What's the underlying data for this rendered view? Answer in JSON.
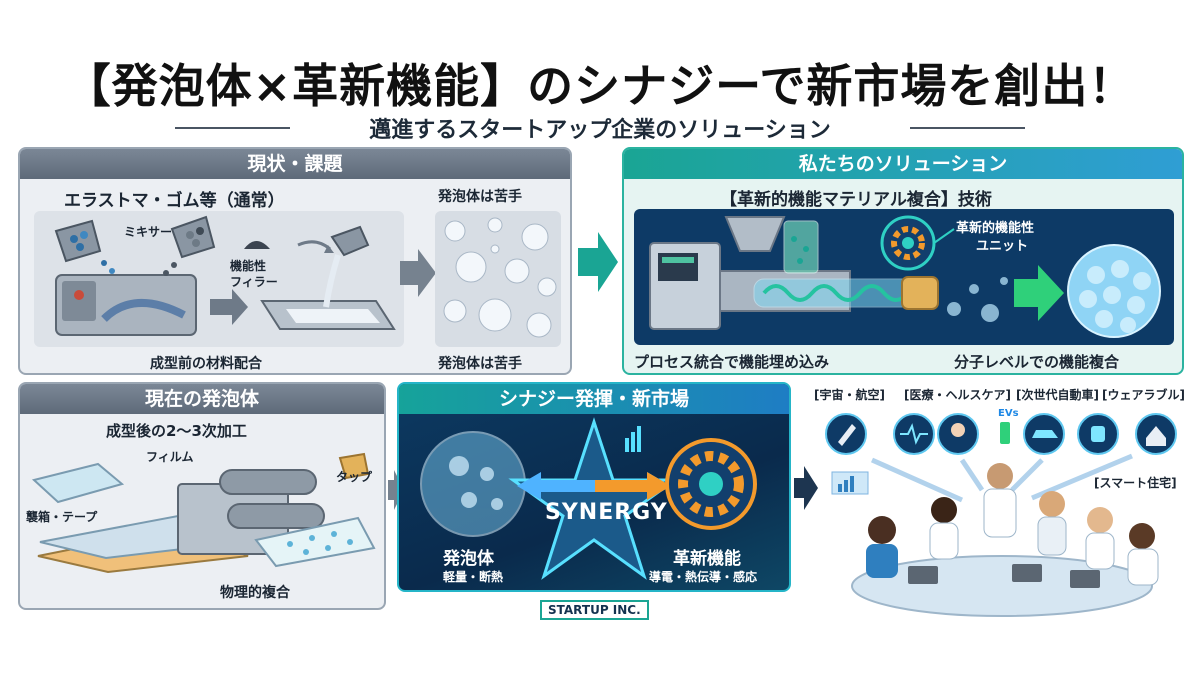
{
  "title": "【発泡体×革新機能】のシナジーで新市場を創出！",
  "subtitle": "邁進するスタートアップ企業のソリューション",
  "panel_current": {
    "header": "現状・課題",
    "elastomer_label": "エラストマ・ゴム等（通常）",
    "mixer_label": "ミキサー",
    "filler_label_1": "機能性",
    "filler_label_2": "フィラー",
    "premix_label": "成型前の材料配合",
    "foam_weak_top": "発泡体は苦手",
    "foam_weak_bottom": "発泡体は苦手"
  },
  "panel_solution": {
    "header": "私たちのソリューション",
    "tech_label": "【革新的機能マテリアル複合】技術",
    "unit_label_1": "革新的機能性",
    "unit_label_2": "ユニット",
    "process_label": "プロセス統合で機能埋め込み",
    "molecular_label": "分子レベルでの機能複合"
  },
  "panel_foam": {
    "header": "現在の発泡体",
    "post_label": "成型後の2〜3次加工",
    "film_label": "フィルム",
    "tape_label": "タップ",
    "foil_label": "襲箱・テープ",
    "physical_label": "物理的複合"
  },
  "panel_synergy": {
    "header": "シナジー発揮・新市場",
    "synergy_word": "SYNERGY",
    "foam_label": "発泡体",
    "foam_props": "軽量・断熱",
    "func_label": "革新機能",
    "func_props": "導電・熱伝導・感応"
  },
  "company_label": "STARTUP INC.",
  "markets": {
    "space": "[宇宙・航空]",
    "medical": "[医療・ヘルスケア]",
    "vehicle": "[次世代自動車]",
    "wearable": "[ウェアラブル]",
    "smart_home": "[スマート住宅]",
    "ev_badge": "EVs"
  },
  "colors": {
    "teal": "#1aa594",
    "navy": "#0a2a4c",
    "gray_header": "#6b7786",
    "orange": "#f39a2c"
  }
}
